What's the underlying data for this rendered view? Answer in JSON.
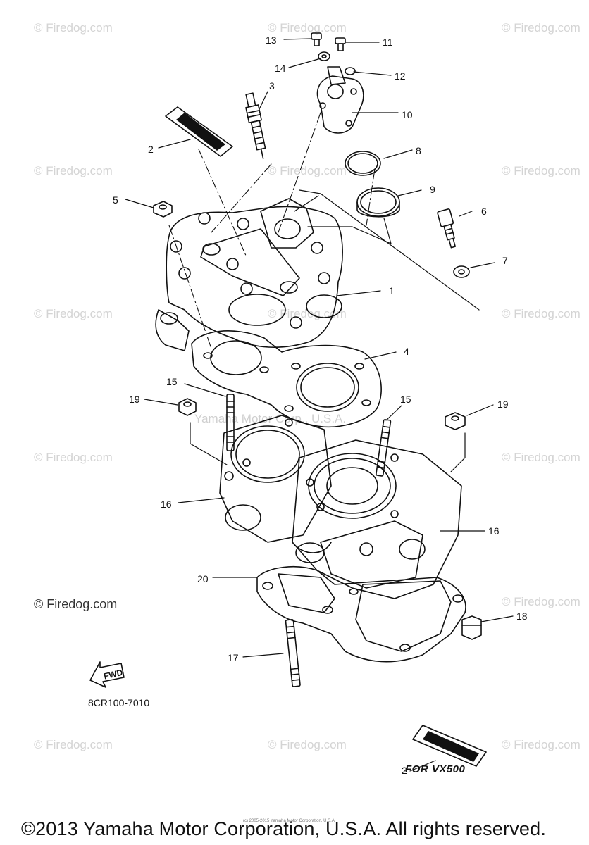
{
  "watermarks": {
    "firedog": "© Firedog.com",
    "center_mark": "Yamaha Motor Corp., U.S.A."
  },
  "callouts": [
    "13",
    "11",
    "14",
    "12",
    "3",
    "10",
    "2",
    "8",
    "5",
    "9",
    "6",
    "7",
    "1",
    "4",
    "19",
    "15",
    "15",
    "19",
    "16",
    "16",
    "20",
    "18",
    "17",
    "2"
  ],
  "ref_code": "8CR100-7010",
  "fwd_label": "FWD",
  "model_note": "FOR VX500",
  "copyright": "©2013 Yamaha Motor Corporation, U.S.A. All rights reserved.",
  "tiny_credit": "(c) 2005-2015 Yamaha Motor Corporation, U.S.A.",
  "colors": {
    "line": "#111111",
    "watermark": "#d4d4d4"
  }
}
